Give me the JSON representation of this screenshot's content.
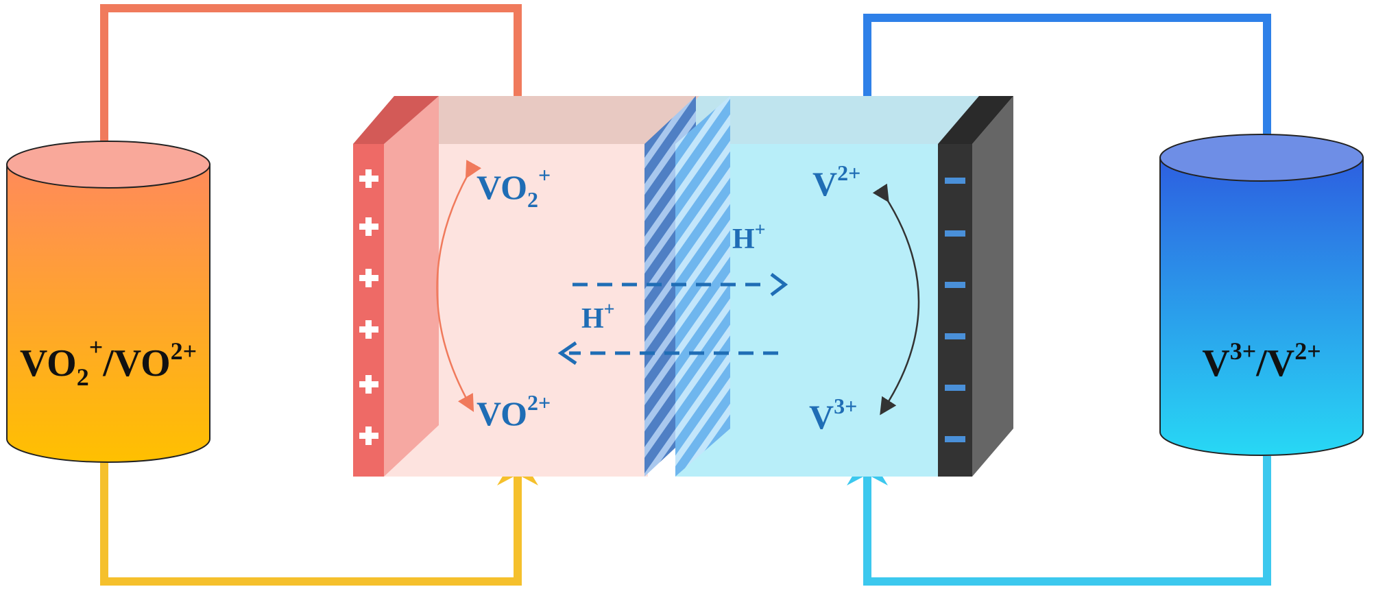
{
  "tanks": {
    "positive": {
      "label_main": "VO",
      "label_sub": "2",
      "label_sup1": "+",
      "label_mid": "/VO",
      "label_sup2": "2+",
      "color_top": "#ff8a5a",
      "color_bottom": "#ffc000"
    },
    "negative": {
      "label_v1": "V",
      "label_sup1": "3+",
      "label_mid": "/V",
      "label_sup2": "2+",
      "color_top": "#2d5fe0",
      "color_bottom": "#28d8f5"
    }
  },
  "cell": {
    "positive_top_ion": {
      "base": "VO",
      "sub": "2",
      "sup": "+"
    },
    "positive_bottom_ion": {
      "base": "VO",
      "sup": "2+"
    },
    "negative_top_ion": {
      "base": "V",
      "sup": "2+"
    },
    "negative_bottom_ion": {
      "base": "V",
      "sup": "3+"
    },
    "proton_right": {
      "base": "H",
      "sup": "+"
    },
    "proton_left": {
      "base": "H",
      "sup": "+"
    },
    "positive_electrode_sign": "+",
    "negative_electrode_sign": "−"
  },
  "colors": {
    "pipe_positive_top": "#f07a5c",
    "pipe_positive_bottom": "#f5c02c",
    "pipe_negative_top": "#2e80e8",
    "pipe_negative_bottom": "#3cc8ee",
    "ion_text": "#1f6db5",
    "positive_electrode": "#ee6a66",
    "negative_electrode": "#333333",
    "membrane": "#5a86c8"
  }
}
